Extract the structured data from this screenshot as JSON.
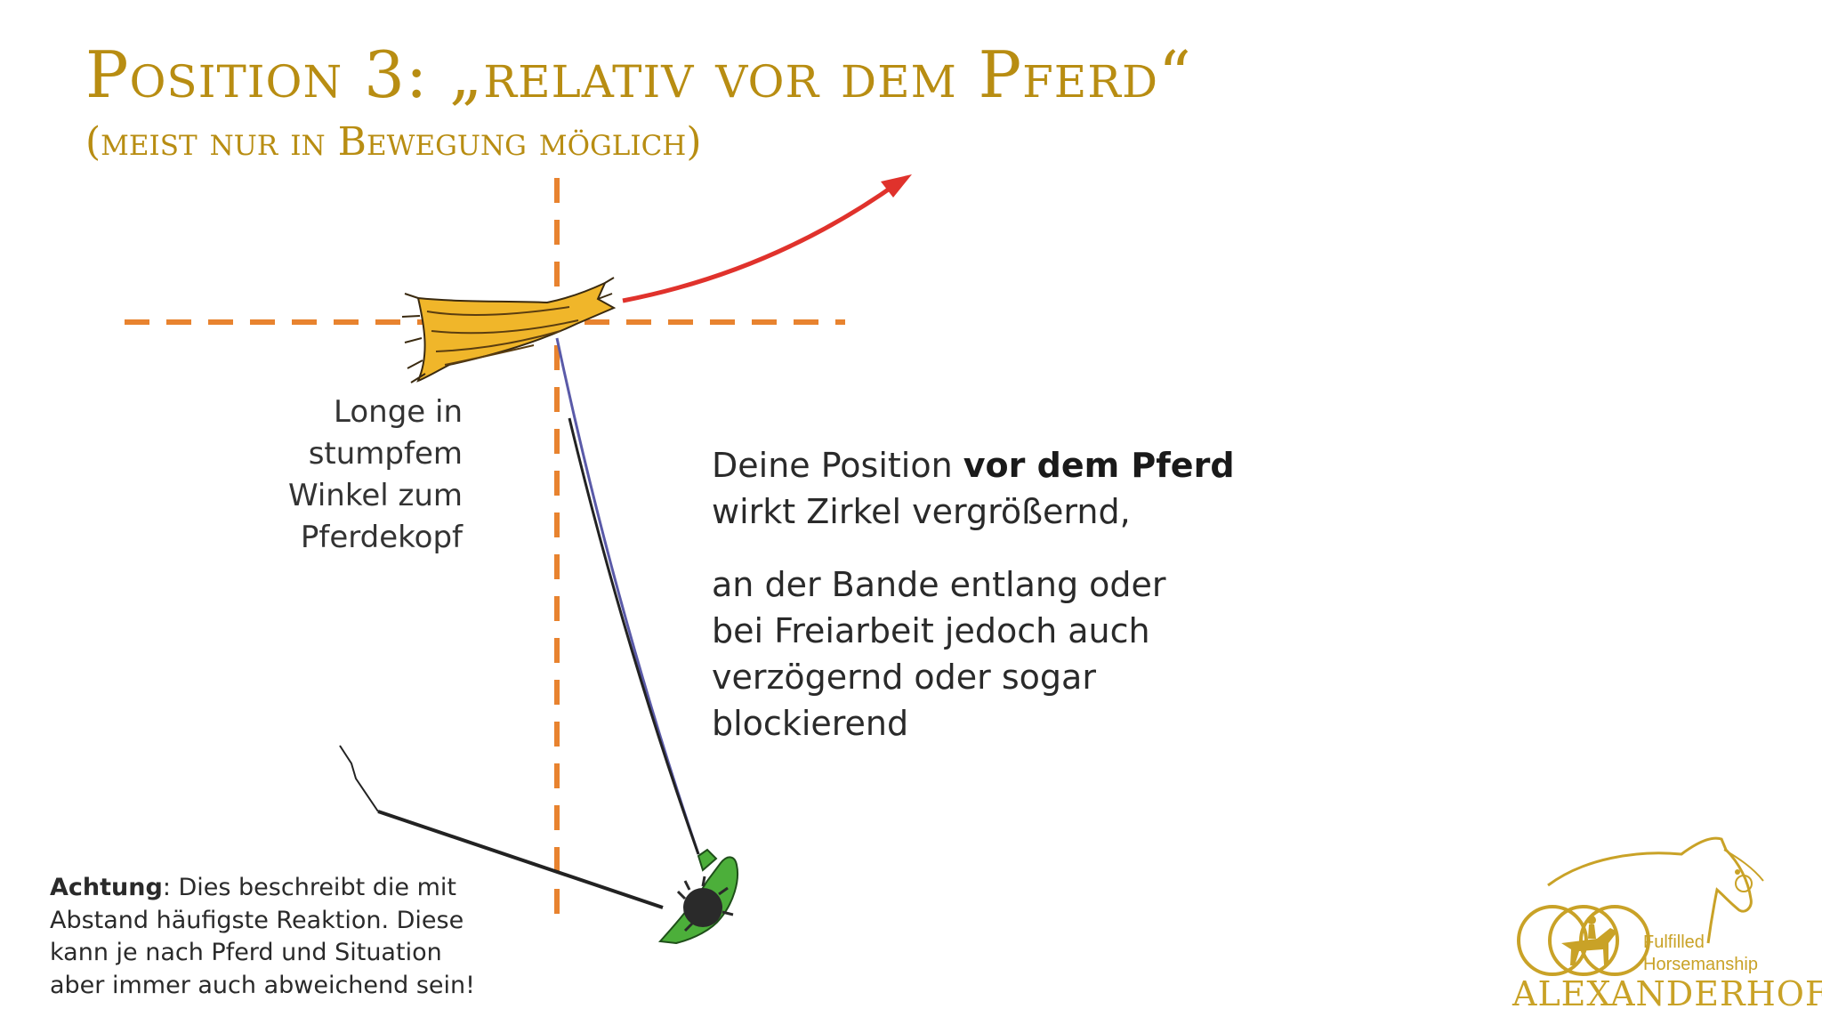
{
  "colors": {
    "title": "#b88d12",
    "guide": "#e8832f",
    "arrow": "#e0322c",
    "rope": "#222222",
    "person": "#4caf3a",
    "horse": "#f0b62a",
    "logo": "#c9a227"
  },
  "title": "Position 3: „relativ vor dem Pferd“",
  "subtitle": "(meist nur in Bewegung möglich)",
  "longe_label": [
    "Longe in",
    "stumpfem",
    "Winkel zum",
    "Pferdekopf"
  ],
  "description": {
    "p1_prefix": "Deine Position ",
    "p1_bold": "vor dem Pferd",
    "p1_rest": "wirkt Zirkel vergrößernd,",
    "p2_lines": [
      "an der Bande entlang oder",
      "bei Freiarbeit jedoch auch",
      "verzögernd oder sogar",
      "blockierend"
    ]
  },
  "note": {
    "bold": "Achtung",
    "text_first": ": Dies beschreibt die mit",
    "lines": [
      "Abstand häufigste Reaktion. Diese",
      "kann je nach Pferd und Situation",
      "aber immer auch abweichend sein!"
    ]
  },
  "logo": {
    "line1": "Fulfilled",
    "line2": "Horsemanship",
    "name": "ALEXANDERHOF"
  },
  "icons": {
    "horse": "horse-head-illustration",
    "person": "person-top-view-illustration",
    "arrow": "direction-arrow",
    "logo": "horse-rider-logo"
  }
}
